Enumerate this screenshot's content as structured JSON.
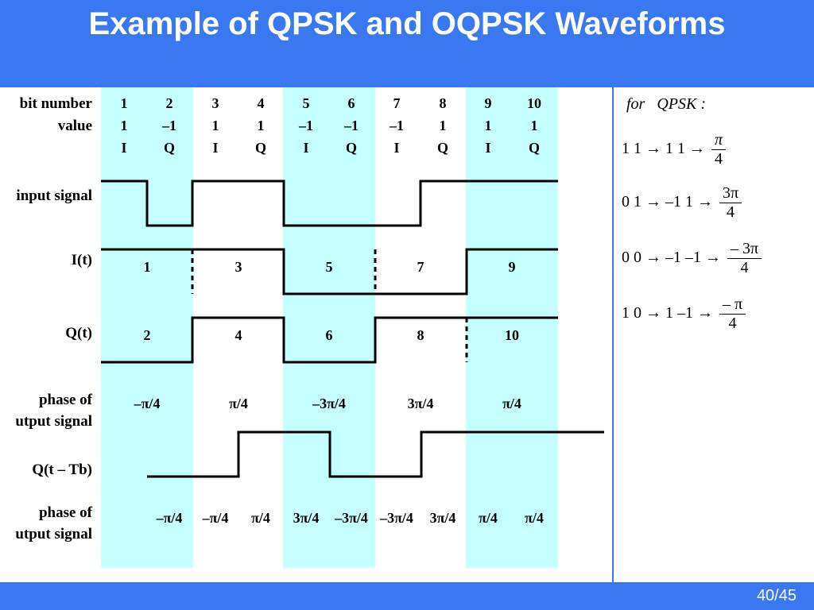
{
  "slide": {
    "title": "Example of QPSK and OQPSK Waveforms",
    "page": "40/45"
  },
  "colors": {
    "bar_blue": "#3a78f2",
    "band_cyan": "#c6ffff",
    "text": "#000000",
    "white": "#ffffff"
  },
  "rows": {
    "bit_number": "bit number",
    "value": "value",
    "input_signal": "input signal",
    "i_t": "I(t)",
    "q_t": "Q(t)",
    "phase1_line1": "phase of",
    "phase1_line2": "utput signal",
    "q_delayed": "Q(t – Tb)",
    "phase2_line1": "phase of",
    "phase2_line2": "utput signal"
  },
  "bits": {
    "numbers": [
      "1",
      "2",
      "3",
      "4",
      "5",
      "6",
      "7",
      "8",
      "9",
      "10"
    ],
    "values": [
      "1",
      "–1",
      "1",
      "1",
      "–1",
      "–1",
      "–1",
      "1",
      "1",
      "1"
    ],
    "channels": [
      "I",
      "Q",
      "I",
      "Q",
      "I",
      "Q",
      "I",
      "Q",
      "I",
      "Q"
    ]
  },
  "waveforms": {
    "input_levels": [
      1,
      0,
      1,
      1,
      0,
      0,
      0,
      1,
      1,
      1
    ],
    "i_levels": [
      1,
      1,
      0,
      0,
      1
    ],
    "i_labels": [
      "1",
      "3",
      "5",
      "7",
      "9"
    ],
    "q_levels": [
      0,
      1,
      0,
      1,
      1
    ],
    "q_labels": [
      "2",
      "4",
      "6",
      "8",
      "10"
    ],
    "q_delayed_levels": [
      0,
      1,
      0,
      1,
      1
    ]
  },
  "phases": {
    "qpsk": [
      "–π/4",
      "π/4",
      "–3π/4",
      "3π/4",
      "π/4"
    ],
    "oqpsk": [
      "–π/4",
      "–π/4",
      "π/4",
      "3π/4",
      "–3π/4",
      "–3π/4",
      "3π/4",
      "π/4",
      "π/4"
    ]
  },
  "formulas": {
    "header": "for   QPSK :",
    "rows": [
      {
        "text": "1  1 → 1  1 →",
        "num": "π",
        "den": "4"
      },
      {
        "text": "0  1 → –1  1 →",
        "num": "3π",
        "den": "4"
      },
      {
        "text": "0   0 → –1  –1 →",
        "num": "– 3π",
        "den": "4"
      },
      {
        "text": "1   0 → 1  –1 →",
        "num": "– π",
        "den": "4"
      }
    ]
  }
}
